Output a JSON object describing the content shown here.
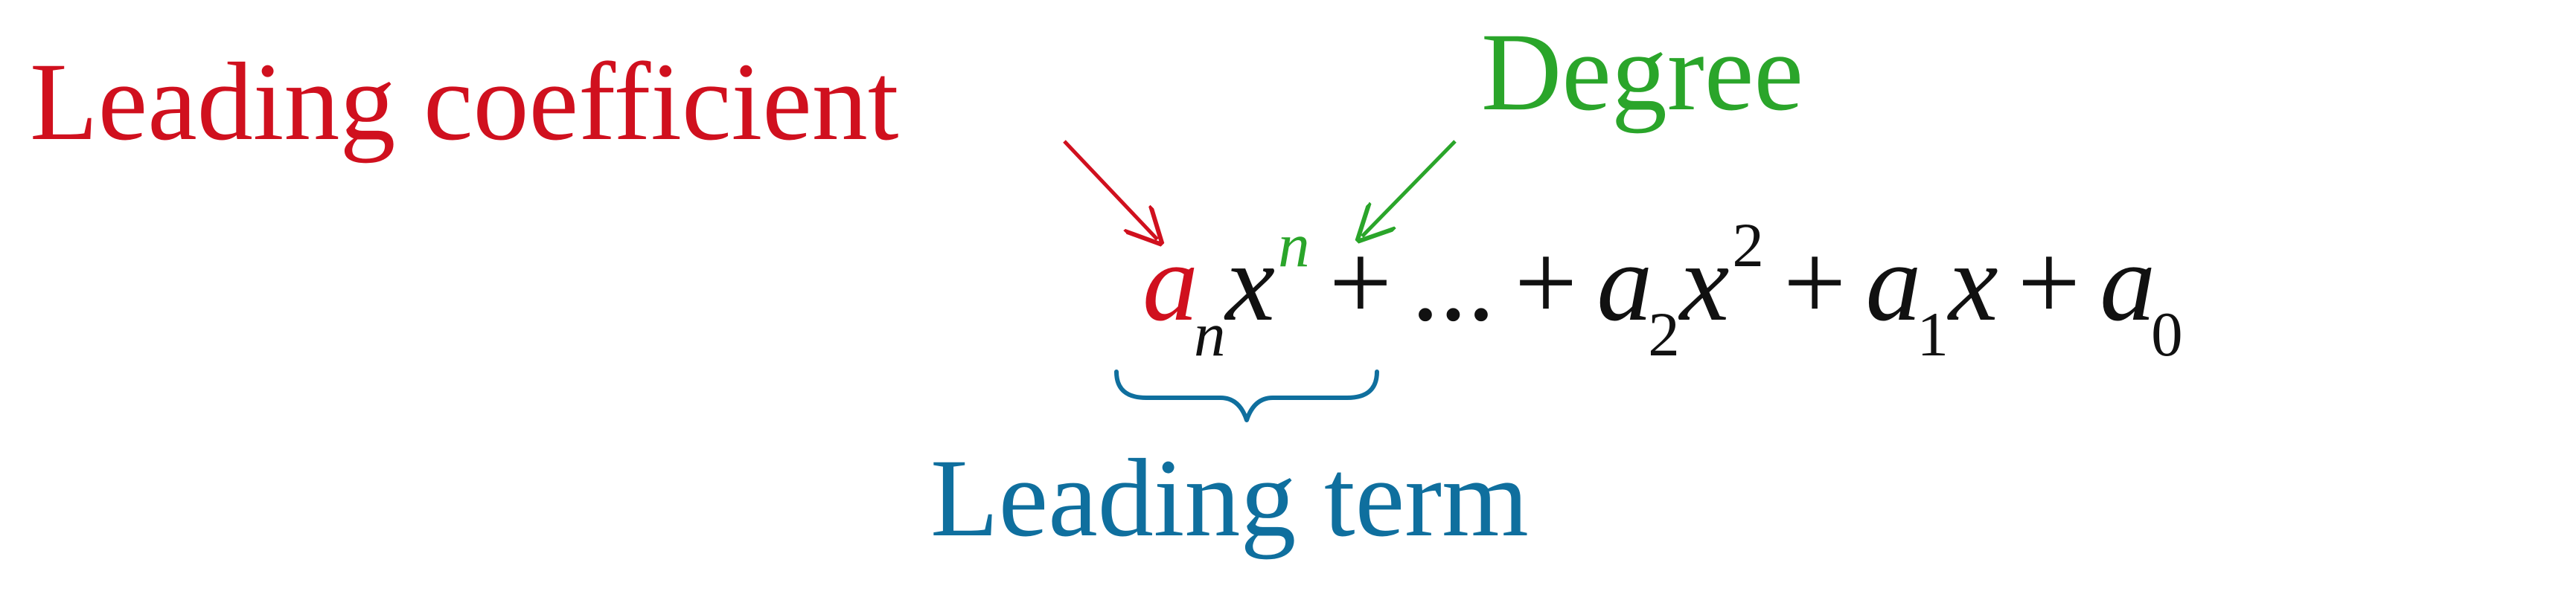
{
  "labels": {
    "leading_coefficient": "Leading coefficient",
    "degree": "Degree",
    "leading_term": "Leading term"
  },
  "equation": {
    "a_n_base": "a",
    "a_n_sub": "n",
    "x_n_base": "x",
    "x_n_sup": "n",
    "plus_1": "+",
    "dots": "...",
    "plus_2": "+",
    "a_2_base": "a",
    "a_2_sub": "2",
    "x_2_base": "x",
    "x_2_sup": "2",
    "plus_3": "+",
    "a_1_base": "a",
    "a_1_sub": "1",
    "x_1_base": "x",
    "plus_4": "+",
    "a_0_base": "a",
    "a_0_sub": "0"
  },
  "colors": {
    "leading_coefficient": "#d0101e",
    "degree": "#2aa52a",
    "leading_term": "#0f6f9e",
    "equation": "#111111"
  }
}
